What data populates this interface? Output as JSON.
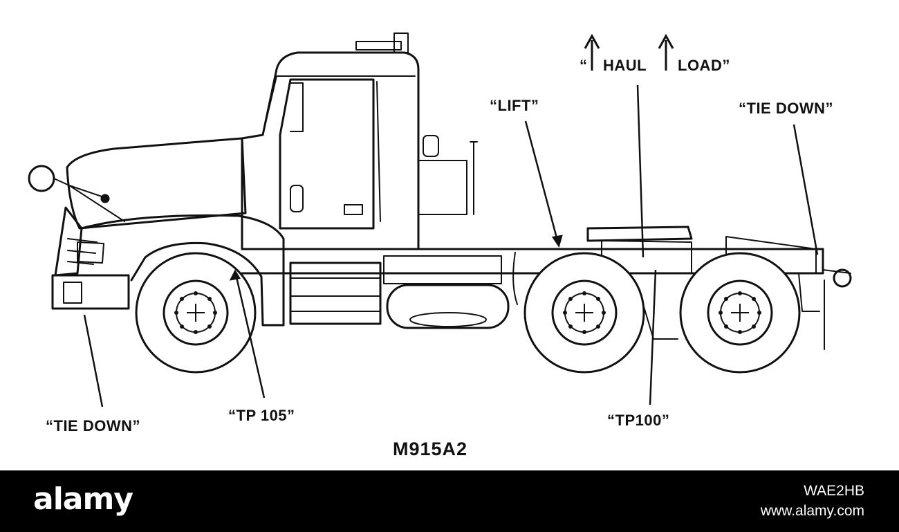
{
  "diagram": {
    "labels": {
      "tie_down_front": "“TIE DOWN”",
      "tp105": "“TP 105”",
      "lift": "“LIFT”",
      "haul_load_prefix": "“",
      "haul": "HAUL",
      "load": "LOAD”",
      "tie_down_rear": "“TIE DOWN”",
      "tp100": "“TP100”"
    },
    "caption": "M915A2",
    "line_color": "#111111"
  },
  "footer": {
    "logo": "alamy",
    "image_id": "WAE2HB",
    "url": "www.alamy.com",
    "background": "#000000",
    "text_color": "#ffffff"
  }
}
